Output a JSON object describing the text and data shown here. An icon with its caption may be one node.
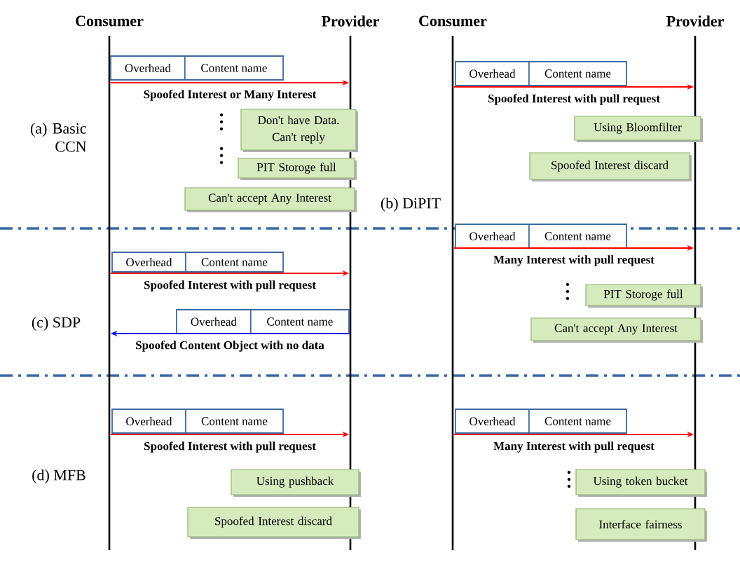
{
  "diagram": {
    "nodes": [
      {
        "text": [],
        "shape": "bar",
        "beside": [
          "Consumer"
        ]
      },
      {
        "text": [],
        "shape": "bar",
        "beside": [
          "Provider"
        ]
      },
      {
        "text": [],
        "shape": "bar",
        "beside": [
          "Consumer"
        ]
      },
      {
        "text": [],
        "shape": "bar",
        "beside": [
          "Provider"
        ]
      },
      {
        "text": [
          "Overhead",
          "Content name"
        ]
      },
      {
        "text": [
          "Don't have Data. Can't reply"
        ]
      },
      {
        "text": [
          "PIT Storoge full"
        ]
      },
      {
        "text": [
          "Can't accept Any Interest"
        ]
      },
      {
        "text": [
          "Overhead",
          "Content name"
        ]
      },
      {
        "text": [
          "Using Bloomfilter"
        ]
      },
      {
        "text": [
          "Spoofed Interest discard"
        ]
      },
      {
        "text": [
          "Overhead",
          "Content name"
        ]
      },
      {
        "text": [
          "PIT Storoge full"
        ]
      },
      {
        "text": [
          "Can't accept Any Interest"
        ]
      },
      {
        "text": [
          "Overhead",
          "Content name"
        ]
      },
      {
        "text": [
          "Overhead",
          "Content name"
        ]
      },
      {
        "text": [
          "Overhead",
          "Content name"
        ]
      },
      {
        "text": [
          "Using pushback"
        ]
      },
      {
        "text": [
          "Spoofed Interest discard"
        ]
      },
      {
        "text": [
          "Overhead",
          "Content name"
        ]
      },
      {
        "text": [
          "Using token bucket"
        ]
      },
      {
        "text": [
          "Interface fairness"
        ]
      }
    ],
    "edges": [
      {
        "from": 0,
        "to": 1,
        "arrow": "to",
        "label": "Spoofed Interest or Many Interest"
      },
      {
        "from": 2,
        "to": 3,
        "arrow": "to",
        "label": "Spoofed Interest with pull request"
      },
      {
        "from": 2,
        "to": 3,
        "arrow": "to",
        "label": "Many Interest with pull request"
      },
      {
        "from": 0,
        "to": 1,
        "arrow": "to",
        "label": "Spoofed Interest with pull request"
      },
      {
        "from": 1,
        "to": 0,
        "arrow": "to",
        "label": "Spoofed Content Object with no data",
        "color": "#0000ff"
      },
      {
        "from": 0,
        "to": 1,
        "arrow": "to",
        "label": "Spoofed Interest with pull request"
      },
      {
        "from": 2,
        "to": 3,
        "arrow": "to",
        "label": "Many Interest with pull request"
      }
    ],
    "labels": [
      "(a) Basic CCN",
      "(b) DiPIT",
      "(c) SDP",
      "(d) MFB"
    ]
  }
}
